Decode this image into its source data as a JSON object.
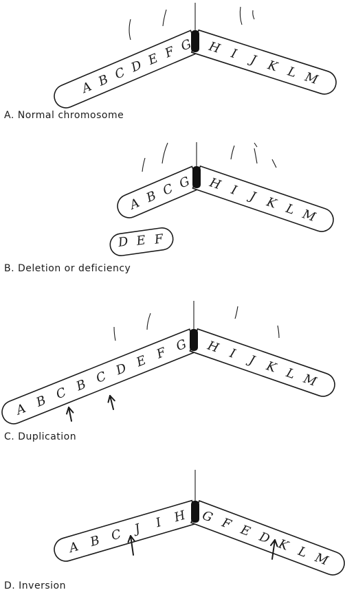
{
  "panels": [
    {
      "id": "A",
      "caption": "A.  Normal chromosome",
      "left_arm_genes": [
        "A",
        "B",
        "C",
        "D",
        "E",
        "F",
        "G"
      ],
      "right_arm_genes": [
        "H",
        "I",
        "J",
        "K",
        "L",
        "M"
      ],
      "detached_fragment_genes": [],
      "arrow_count": 0
    },
    {
      "id": "B",
      "caption": "B.  Deletion or deficiency",
      "left_arm_genes": [
        "A",
        "B",
        "C",
        "G"
      ],
      "right_arm_genes": [
        "H",
        "I",
        "J",
        "K",
        "L",
        "M"
      ],
      "detached_fragment_genes": [
        "D",
        "E",
        "F"
      ],
      "arrow_count": 0
    },
    {
      "id": "C",
      "caption": "C.  Duplication",
      "left_arm_genes": [
        "A",
        "B",
        "C",
        "B",
        "C",
        "D",
        "E",
        "F",
        "G"
      ],
      "right_arm_genes": [
        "H",
        "I",
        "J",
        "K",
        "L",
        "M"
      ],
      "detached_fragment_genes": [],
      "arrow_count": 2
    },
    {
      "id": "D",
      "caption": "D.  Inversion",
      "left_arm_genes": [
        "A",
        "B",
        "C",
        "J",
        "I",
        "H"
      ],
      "right_arm_genes": [
        "G",
        "F",
        "E",
        "D",
        "K",
        "L",
        "M"
      ],
      "detached_fragment_genes": [],
      "arrow_count": 2
    }
  ],
  "colors": {
    "ink": "#1a1a1a",
    "centromere": "#111111",
    "background": "#ffffff"
  }
}
